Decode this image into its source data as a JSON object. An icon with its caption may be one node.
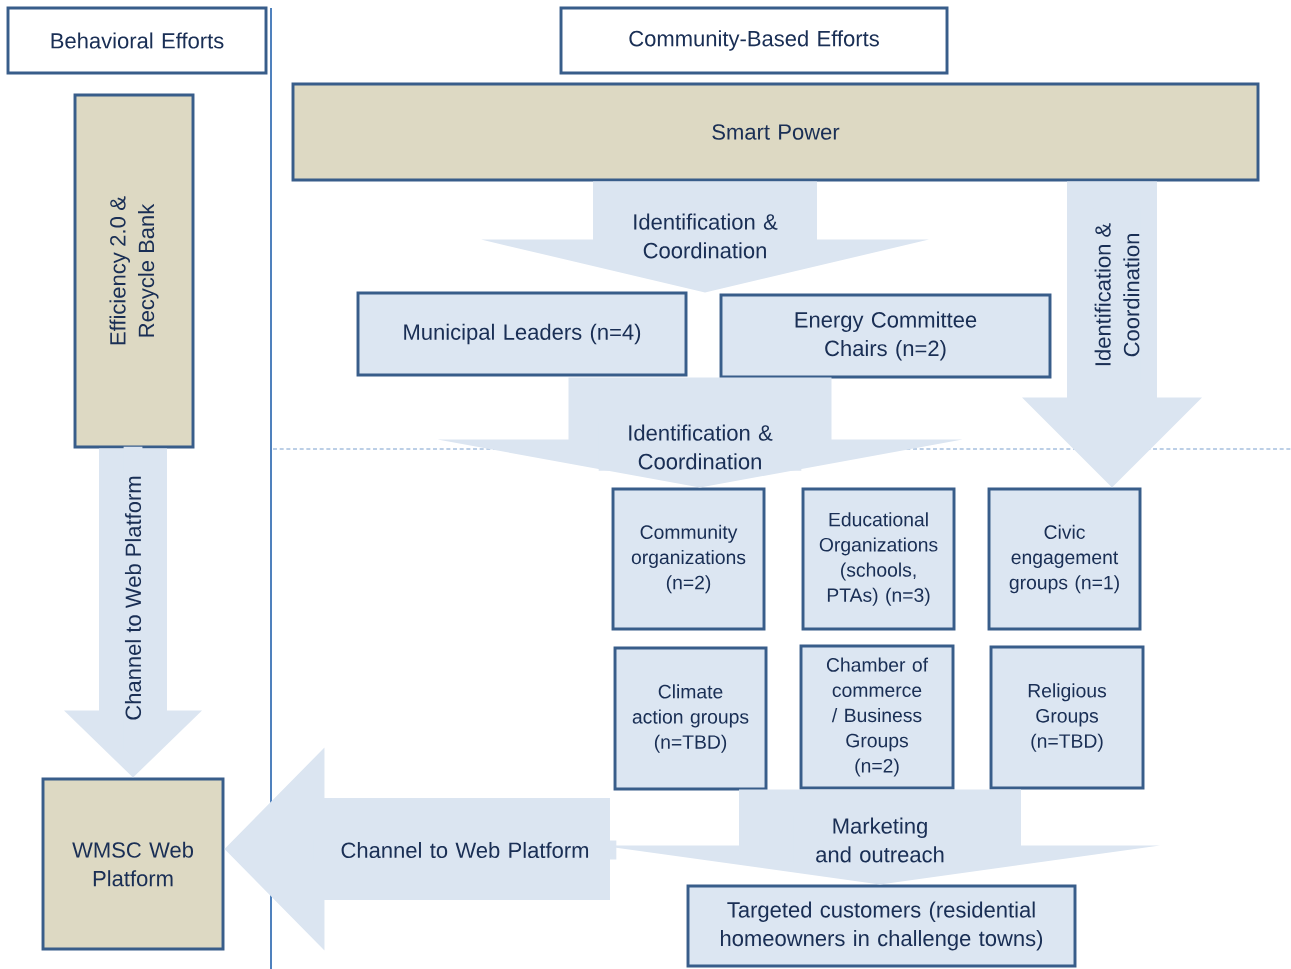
{
  "diagram": {
    "nodes": [
      {
        "text": [
          "Behavioral Efforts"
        ]
      },
      {
        "text": [
          "Community-Based Efforts"
        ]
      },
      {
        "text": [
          "Smart Power"
        ]
      },
      {
        "text": [
          "Efficiency 2.0 & Recycle Bank"
        ]
      },
      {
        "text": [
          "Municipal Leaders (n=4)"
        ]
      },
      {
        "text": [
          "Energy Committee Chairs (n=2)"
        ]
      },
      {
        "text": [
          "Community organizations (n=2)"
        ]
      },
      {
        "text": [
          "Educational Organizations (schools, PTAs) (n=3)"
        ]
      },
      {
        "text": [
          "Civic engagement groups (n=1)"
        ]
      },
      {
        "text": [
          "Climate action groups (n=TBD)"
        ]
      },
      {
        "text": [
          "Chamber of commerce / Business Groups (n=2)"
        ]
      },
      {
        "text": [
          "Religious Groups (n=TBD)"
        ]
      },
      {
        "text": [
          "Targeted customers (residential homeowners in challenge towns)"
        ]
      },
      {
        "text": [
          "WMSC Web Platform"
        ]
      }
    ],
    "edges": [
      {
        "from": 2,
        "to": 4,
        "arrow": "to",
        "label": "Identification & Coordination"
      },
      {
        "from": 2,
        "to": 5,
        "arrow": "to"
      },
      {
        "from": 2,
        "to": 8,
        "arrow": "to",
        "label": "Identification & Coordination"
      },
      {
        "from": 4,
        "to": 6,
        "arrow": "to",
        "label": "Identification & Coordination"
      },
      {
        "from": 5,
        "to": 6,
        "arrow": "to"
      },
      {
        "from": 10,
        "to": 12,
        "arrow": "to",
        "label": "Marketing and outreach"
      },
      {
        "from": 3,
        "to": 13,
        "arrow": "to",
        "label": "Channel to Web Platform"
      },
      {
        "from": null,
        "to": 13,
        "arrow": "to",
        "label": "Channel to Web Platform"
      }
    ]
  }
}
